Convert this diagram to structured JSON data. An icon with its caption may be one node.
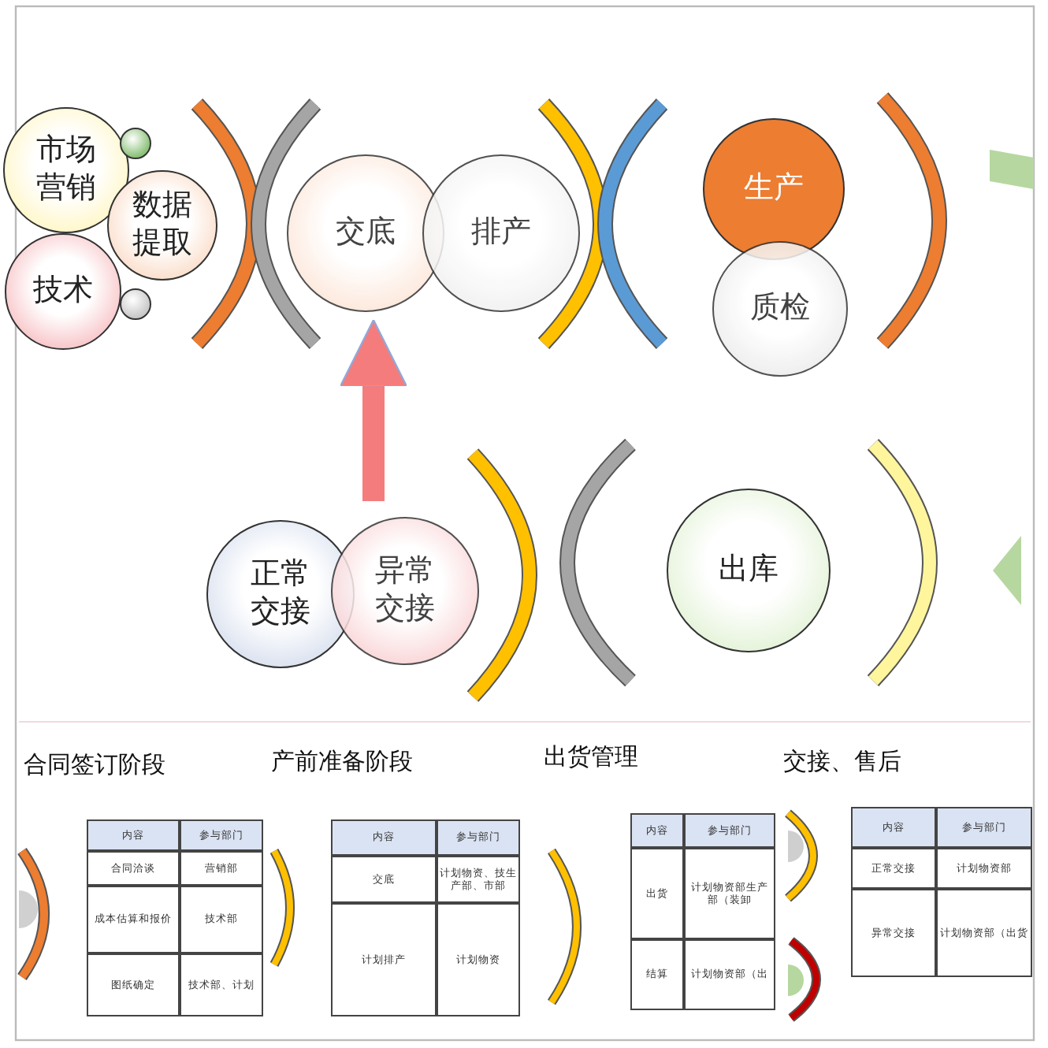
{
  "diagram": {
    "nodes": [
      {
        "text": [
          "市场营销"
        ]
      },
      {
        "text": [],
        "shape": "circle"
      },
      {
        "text": [
          "数据提取"
        ]
      },
      {
        "text": [
          "技术"
        ]
      },
      {
        "text": [],
        "shape": "circle"
      },
      {
        "text": [
          "交底"
        ]
      },
      {
        "text": [
          "排产"
        ]
      },
      {
        "text": [
          "生产"
        ]
      },
      {
        "text": [
          "质检"
        ]
      },
      {
        "text": [
          "正常交接"
        ]
      },
      {
        "text": [
          "异常交接"
        ]
      },
      {
        "text": [
          "出库"
        ]
      }
    ],
    "edges": [
      {
        "from": 10,
        "to": 5,
        "arrow": "to"
      }
    ],
    "labels": [
      "合同签订阶段",
      "产前准备阶段",
      "出货管理",
      "交接、售后",
      "内容",
      "参与部门",
      "合同洽谈",
      "营销部",
      "成本估算和报价",
      "技术部",
      "图纸确定",
      "技术部、计划",
      "内容",
      "参与部门",
      "交底",
      "计划物资、技生产部、市部",
      "计划排产",
      "计划物资",
      "内容",
      "参与部门",
      "出货",
      "计划物资部生产部（装卸",
      "结算",
      "计划物资部（出",
      "内容",
      "参与部门",
      "正常交接",
      "计划物资部",
      "异常交接",
      "计划物资部（出货"
    ]
  }
}
